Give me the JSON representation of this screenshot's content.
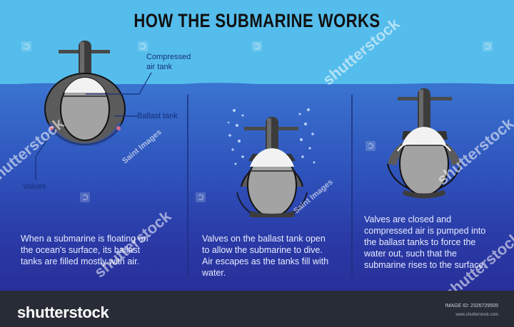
{
  "title": "HOW THE SUBMARINE WORKS",
  "labels": {
    "compressed_air_tank_line1": "Compressed",
    "compressed_air_tank_line2": "air tank",
    "ballast_tank": "Ballast tank",
    "valves": "Valves"
  },
  "panels": [
    {
      "state": "floating",
      "description_lines": [
        "When a submarine is floating on",
        "the ocean's surface, its ballast",
        "tanks are filled mostly with air."
      ]
    },
    {
      "state": "diving",
      "description_lines": [
        "Valves on the ballast tank open",
        "to allow the submarine to dive.",
        "Air escapes as the tanks fill with",
        "water."
      ]
    },
    {
      "state": "surfacing",
      "description_lines": [
        "Valves are closed and",
        "compressed air is pumped into",
        "the ballast tanks to force the",
        "water out, such that the",
        "submarine rises to the surface."
      ]
    }
  ],
  "watermarks": {
    "brand": "shutterstock",
    "contributor": "Saint Images"
  },
  "footer": {
    "logo": "shutterstock",
    "image_id": "IMAGE ID: 2326729505",
    "site": "www.shutterstock.com"
  },
  "colors": {
    "sky": "#55bdec",
    "water_top": "#3a73cf",
    "water_bottom": "#28309a",
    "hull": "#5a5a5a",
    "inner": "#a3a3a3",
    "air": "#f2f2f2",
    "footer_bg": "#282c37"
  }
}
